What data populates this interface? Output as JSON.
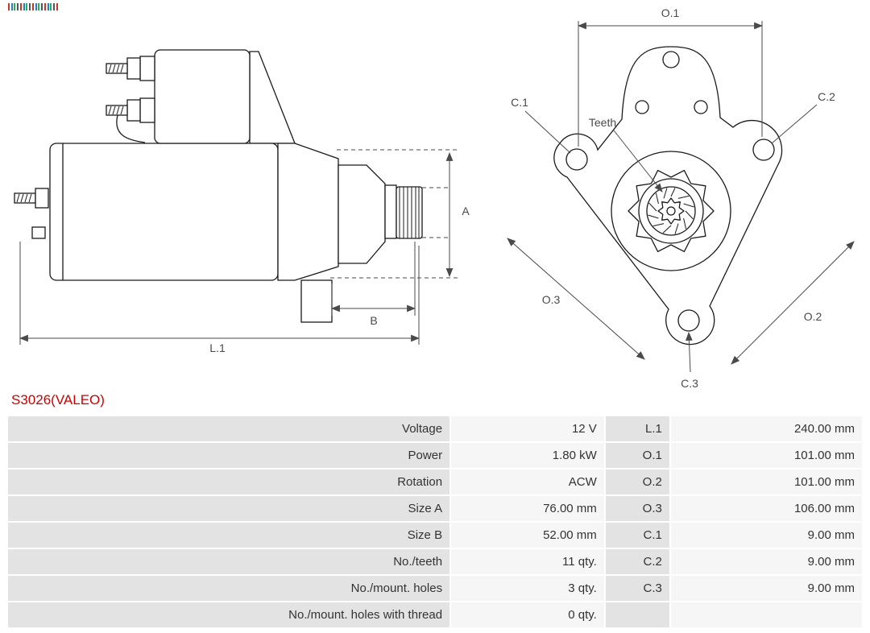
{
  "part_number": "S3026(VALEO)",
  "colors": {
    "accent_red": "#cc0000",
    "table_label_bg": "#e3e3e3",
    "table_value_bg": "#f6f6f6",
    "text": "#333333",
    "dim_text": "#4a4a4a",
    "drawing_stroke": "#1a1a1a"
  },
  "diagram": {
    "side_view": {
      "dim_length": "L.1",
      "dim_a": "A",
      "dim_b": "B"
    },
    "front_view": {
      "dim_o1": "O.1",
      "dim_o2": "O.2",
      "dim_o3": "O.3",
      "hole_c1": "C.1",
      "hole_c2": "C.2",
      "hole_c3": "C.3",
      "teeth_label": "Teeth"
    }
  },
  "table": {
    "rows": [
      {
        "label": "Voltage",
        "value": "12 V",
        "dim": "L.1",
        "dim_value": "240.00 mm"
      },
      {
        "label": "Power",
        "value": "1.80 kW",
        "dim": "O.1",
        "dim_value": "101.00 mm"
      },
      {
        "label": "Rotation",
        "value": "ACW",
        "dim": "O.2",
        "dim_value": "101.00 mm"
      },
      {
        "label": "Size A",
        "value": "76.00 mm",
        "dim": "O.3",
        "dim_value": "106.00 mm"
      },
      {
        "label": "Size B",
        "value": "52.00 mm",
        "dim": "C.1",
        "dim_value": "9.00 mm"
      },
      {
        "label": "No./teeth",
        "value": "11 qty.",
        "dim": "C.2",
        "dim_value": "9.00 mm"
      },
      {
        "label": "No./mount. holes",
        "value": "3 qty.",
        "dim": "C.3",
        "dim_value": "9.00 mm"
      },
      {
        "label": "No./mount. holes with thread",
        "value": "0 qty.",
        "dim": "",
        "dim_value": ""
      }
    ]
  }
}
